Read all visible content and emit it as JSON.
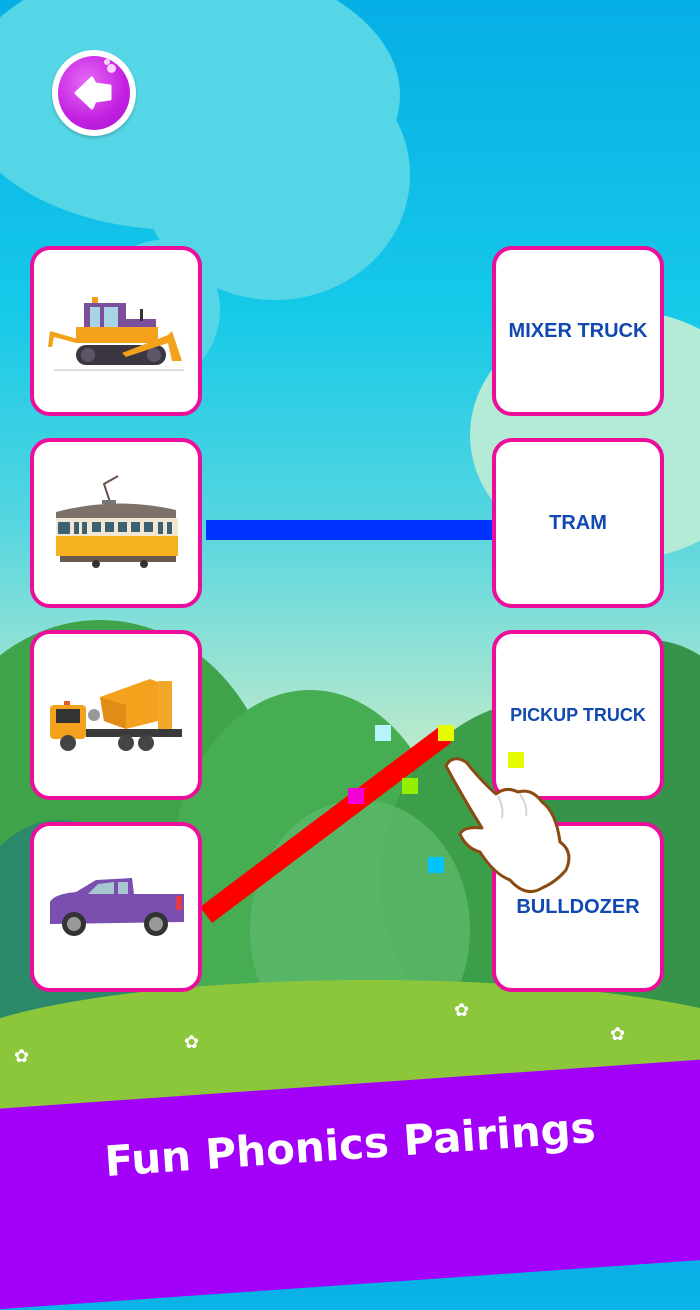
{
  "back_button": {
    "icon": "arrow-left-icon"
  },
  "left_cards": [
    {
      "image": "bulldozer"
    },
    {
      "image": "tram"
    },
    {
      "image": "mixer-truck"
    },
    {
      "image": "pickup-truck"
    }
  ],
  "right_cards": [
    {
      "label": "MIXER TRUCK"
    },
    {
      "label": "TRAM"
    },
    {
      "label": "PICKUP TRUCK"
    },
    {
      "label": "BULLDOZER"
    }
  ],
  "connections": [
    {
      "from": "tram",
      "to": "TRAM",
      "color": "#0033ff",
      "status": "matched"
    },
    {
      "from": "pickup-truck",
      "to": "dragging",
      "color": "#ff0000",
      "status": "in-progress"
    }
  ],
  "banner": {
    "text": "Fun Phonics Pairings",
    "color": "#a300f9"
  },
  "colors": {
    "card_border": "#ec0d9b",
    "word_text": "#1149b1"
  }
}
